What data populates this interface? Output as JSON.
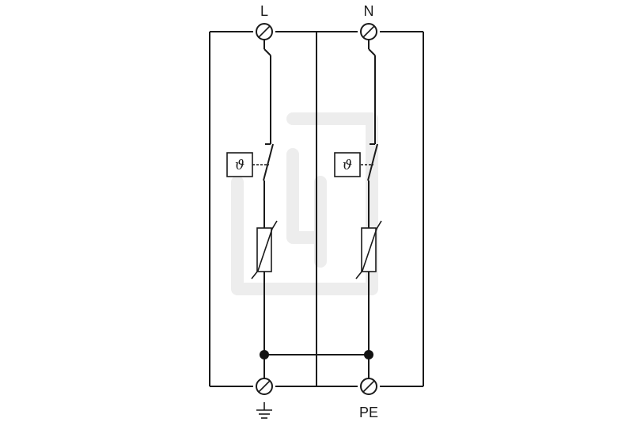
{
  "terminals": {
    "top_left_label": "L",
    "top_right_label": "N",
    "bottom_right_label": "PE"
  },
  "thermal_disconnector": {
    "symbol": "ϑ"
  },
  "icons": {
    "ground": "ground-symbol-icon",
    "terminal": "screw-terminal-icon",
    "varistor": "varistor-icon",
    "switch": "thermal-switch-icon"
  },
  "colors": {
    "line": "#1a1a1a",
    "watermark": "#ededed"
  }
}
